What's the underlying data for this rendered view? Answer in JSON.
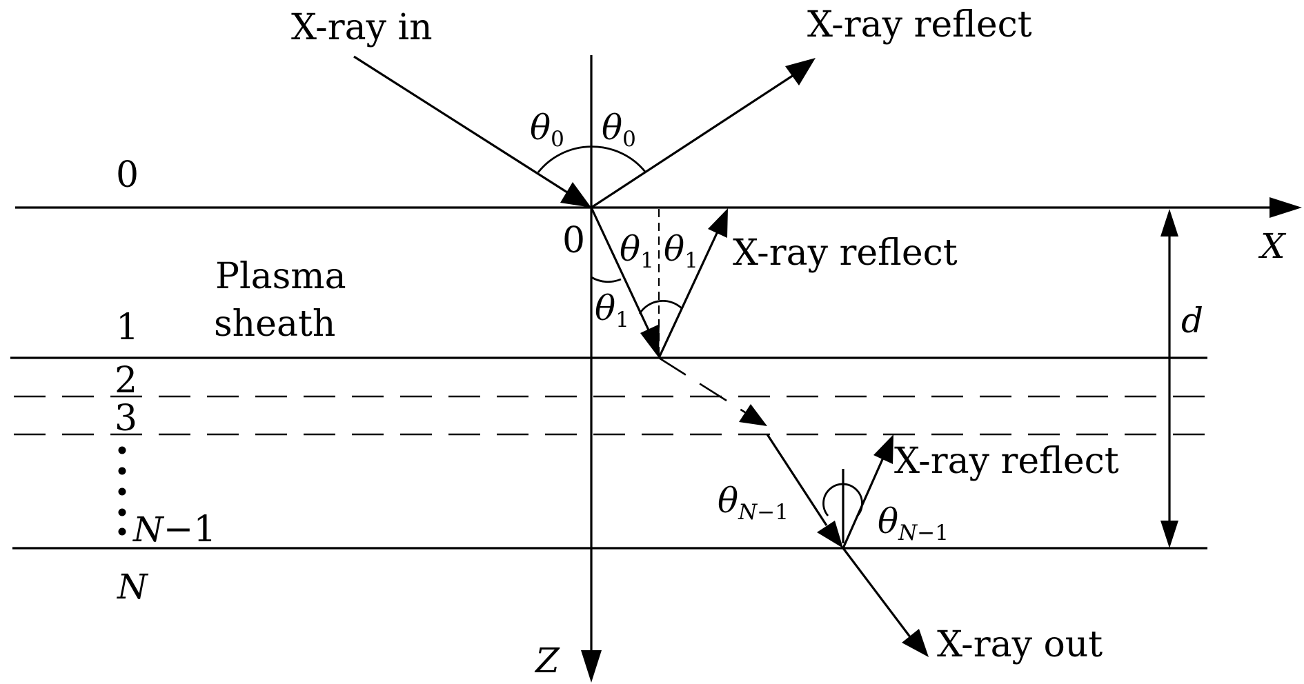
{
  "labels": {
    "xray_in": "X-ray in",
    "xray_reflect_top": "X-ray reflect",
    "xray_reflect_mid": "X-ray reflect",
    "xray_reflect_low": "X-ray reflect",
    "xray_out": "X-ray out",
    "plasma": "Plasma",
    "sheath": "sheath",
    "axis_x": "X",
    "axis_z": "Z",
    "thickness": "d",
    "origin": "0"
  },
  "layers": {
    "l0": "0",
    "l1": "1",
    "l2": "2",
    "l3": "3",
    "lN1_var": "N",
    "lN1_rest": "−1",
    "lN": "N"
  },
  "angles": {
    "theta": "θ",
    "sub0": "0",
    "sub1": "1",
    "subN_var": "N",
    "subN_rest": "−1"
  }
}
